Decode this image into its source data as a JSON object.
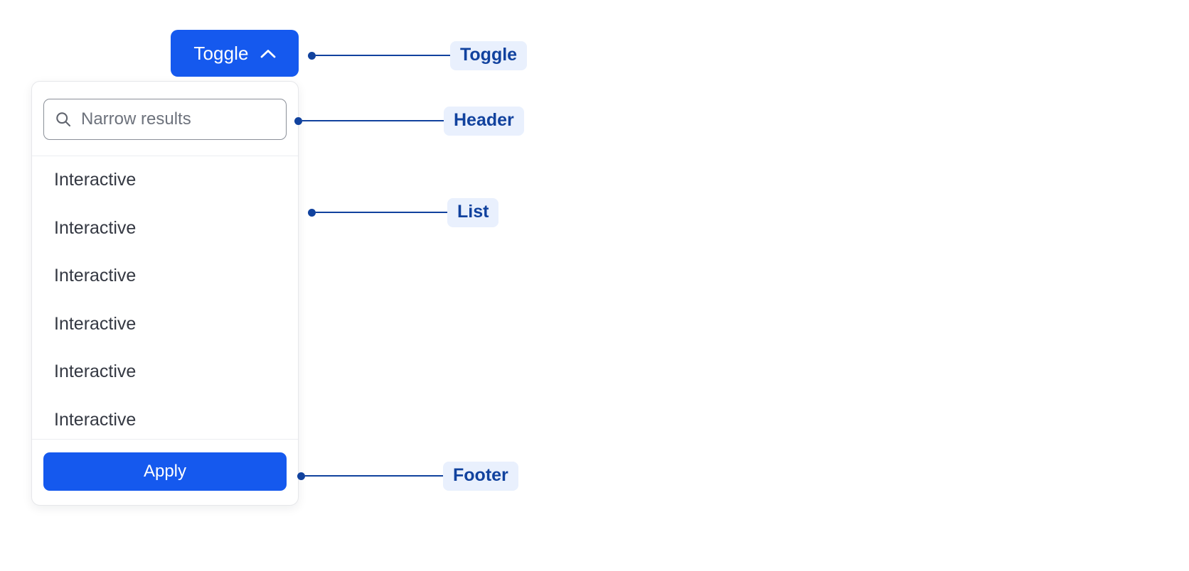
{
  "colors": {
    "brand_blue": "#1559ee",
    "annotation_blue": "#11429e",
    "annotation_chip_bg": "#e9f0fd",
    "panel_border": "#e6e7ea",
    "divider": "#eceef1",
    "input_border": "#8a8f98",
    "placeholder_text": "#6d727c",
    "item_text": "#343842",
    "canvas_bg": "#ffffff"
  },
  "toggle": {
    "label": "Toggle",
    "icon": "chevron-up-icon",
    "expanded": true
  },
  "panel": {
    "header": {
      "search": {
        "icon": "search-icon",
        "value": "",
        "placeholder": "Narrow results"
      }
    },
    "list": {
      "items": [
        {
          "label": "Interactive"
        },
        {
          "label": "Interactive"
        },
        {
          "label": "Interactive"
        },
        {
          "label": "Interactive"
        },
        {
          "label": "Interactive"
        },
        {
          "label": "Interactive"
        }
      ]
    },
    "footer": {
      "apply_label": "Apply"
    }
  },
  "annotations": [
    {
      "id": "toggle",
      "label": "Toggle"
    },
    {
      "id": "header",
      "label": "Header"
    },
    {
      "id": "list",
      "label": "List"
    },
    {
      "id": "footer",
      "label": "Footer"
    }
  ]
}
